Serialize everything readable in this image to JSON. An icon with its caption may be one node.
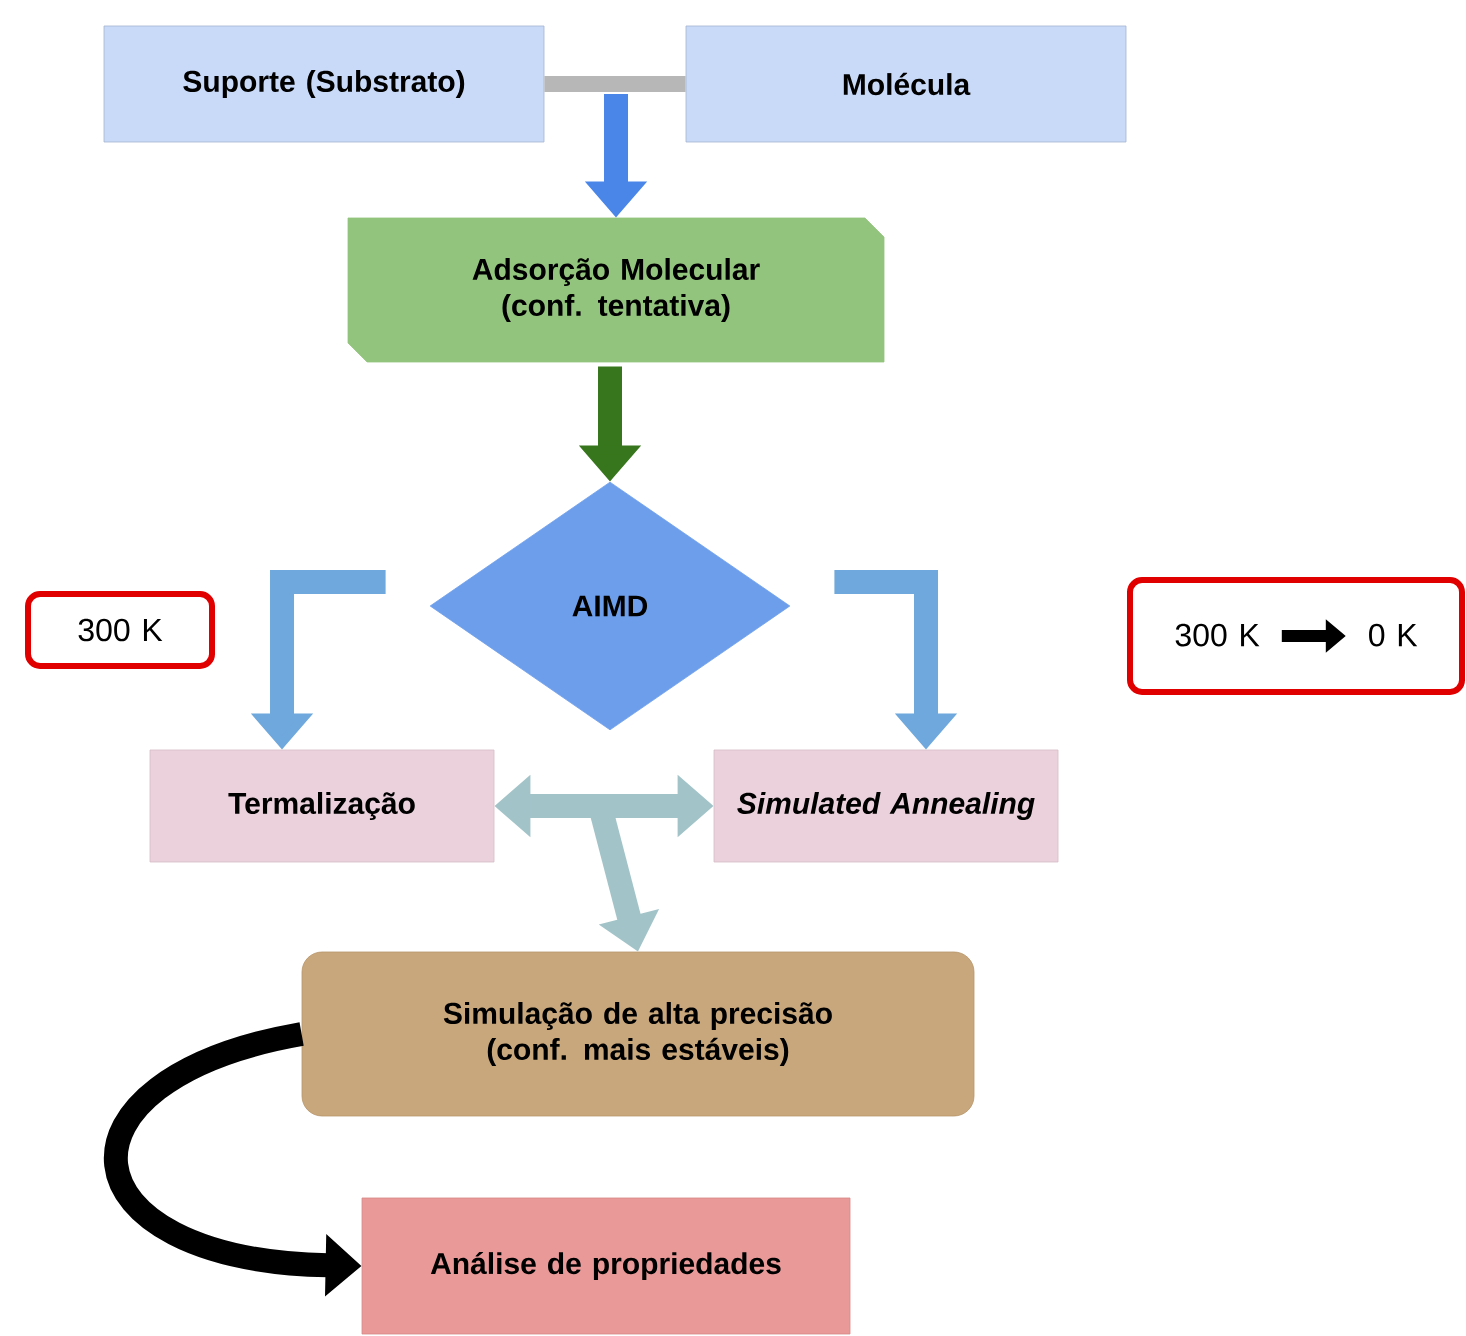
{
  "diagram": {
    "nodes": [
      {
        "text": [
          "Suporte (Substrato)"
        ]
      },
      {
        "text": [
          "Molécula"
        ]
      },
      {
        "text": [
          "Adsorção Molecular (conf. tentativa)"
        ]
      },
      {
        "text": [
          "AIMD"
        ]
      },
      {
        "text": [
          "Termalização"
        ]
      },
      {
        "text": [
          "Simulated Annealing"
        ]
      },
      {
        "text": [
          "Simulação de alta precisão (conf. mais estáveis)"
        ]
      },
      {
        "text": [
          "Análise de propriedades"
        ]
      },
      {
        "text": [
          "300 K"
        ]
      },
      {
        "text": [
          "300 K",
          "0 K"
        ]
      }
    ],
    "edges": [
      {
        "from": 0,
        "to": 1,
        "arrow": "none",
        "color": "#b7b7b7"
      },
      {
        "from": null,
        "to": 2,
        "arrow": "to",
        "color": "#4a86e8"
      },
      {
        "from": 2,
        "to": 3,
        "arrow": "to",
        "color": "#38761d"
      },
      {
        "from": 3,
        "to": 4,
        "arrow": "to",
        "color": "#6fa8dc"
      },
      {
        "from": 3,
        "to": 5,
        "arrow": "to",
        "color": "#6fa8dc"
      },
      {
        "from": 4,
        "to": 5,
        "arrow": "both",
        "color": "#a2c4c9"
      },
      {
        "from": null,
        "to": 6,
        "arrow": "to",
        "color": "#a2c4c9"
      },
      {
        "from": 6,
        "to": 7,
        "arrow": "to",
        "color": "#000000"
      }
    ]
  }
}
